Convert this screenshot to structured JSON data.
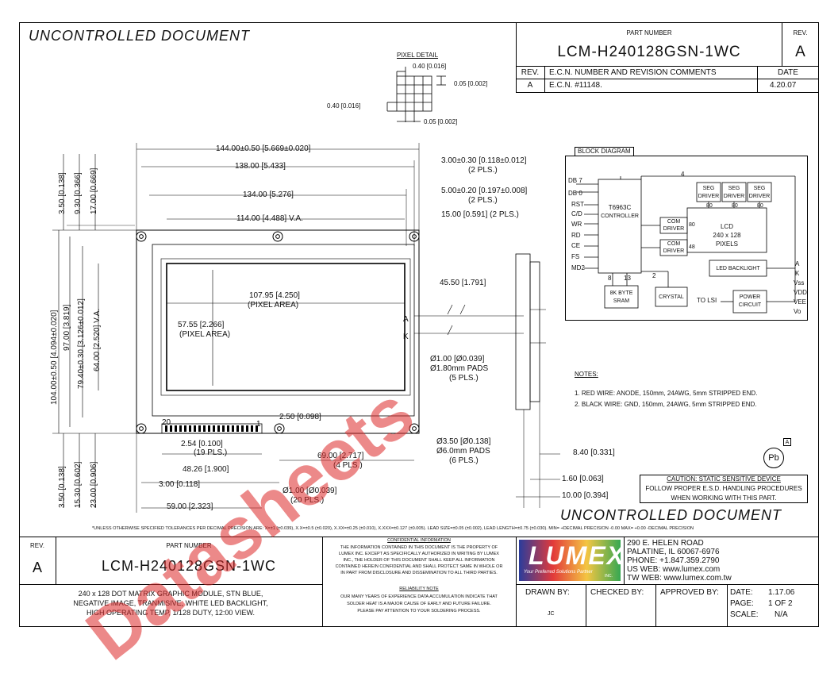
{
  "header": {
    "uncontrolled": "UNCONTROLLED DOCUMENT",
    "part_number_label": "PART NUMBER",
    "part_number": "LCM-H240128GSN-1WC",
    "rev_label": "REV.",
    "rev": "A"
  },
  "revision_table": {
    "col_rev": "REV.",
    "col_ecn": "E.C.N. NUMBER AND REVISION COMMENTS",
    "col_date": "DATE",
    "row_rev": "A",
    "row_ecn": "E.C.N. #11148.",
    "row_date": "4.20.07"
  },
  "pixel_detail": {
    "title": "PIXEL DETAIL",
    "d1": "0.40 [0.016]",
    "d2": "0.05 [0.002]",
    "d3": "0.40 [0.016]",
    "d4": "0.05 [0.002]"
  },
  "dims": {
    "w144": "144.00±0.50 [5.669±0.020]",
    "w138": "138.00 [5.433]",
    "w134": "134.00 [5.276]",
    "w114": "114.00 [4.488] V.A.",
    "pix_w": "107.95 [4.250]",
    "pix_w_label": "(PIXEL AREA)",
    "pix_h": "57.55 [2.266]",
    "pix_h_label": "(PIXEL AREA)",
    "r1": "3.00±0.30 [0.118±0.012]",
    "r1b": "(2 PLS.)",
    "r2": "5.00±0.20 [0.197±0.008]",
    "r2b": "(2 PLS.)",
    "r3": "15.00 [0.591] (2 PLS.)",
    "r4": "45.50 [1.791]",
    "hole1": "Ø1.00 [Ø0.039]",
    "hole2": "Ø1.80mm PADS",
    "hole3": "(5 PLS.)",
    "mh1": "Ø3.50 [Ø0.138]",
    "mh2": "Ø6.0mm PADS",
    "mh3": "(6 PLS.)",
    "d69": "69.00 [2.717]",
    "d69b": "(4 PLS.)",
    "d250": "2.50 [0.098]",
    "d254": "2.54 [0.100]",
    "d254b": "(19 PLS.)",
    "d4826": "48.26 [1.900]",
    "d300": "3.00 [0.118]",
    "d59": "59.00 [2.323]",
    "d100": "Ø1.00 [Ø0.039]",
    "d100b": "(20 PLS.)",
    "d840": "8.40 [0.331]",
    "d160": "1.60 [0.063]",
    "d1000": "10.00 [0.394]",
    "v1": "3.50 [0.138]",
    "v2": "9.30 [0.366]",
    "v3": "17.00 [0.669]",
    "v4": "104.00±0.50 [4.094±0.020]",
    "v5": "97.00 [3.819]",
    "v6": "79.40±0.30 [3.126±0.012]",
    "v7": "64.00 [2.520] V.A.",
    "v8": "3.50 [0.138]",
    "v9": "15.30 [0.602]",
    "v10": "23.00 [0.906]",
    "pin20": "20",
    "pin1": "1",
    "pinA": "A",
    "pinK": "K"
  },
  "block": {
    "title": "BLOCK DIAGRAM",
    "db7": "DB 7",
    "db0": "DB 0",
    "sig_rst": "RST",
    "sig_cd": "C/D",
    "sig_wr": "WR",
    "sig_rd": "RD",
    "sig_ce": "CE",
    "sig_fs": "FS",
    "sig_md2": "MD2",
    "ctrl1": "T6963C",
    "ctrl2": "CONTROLLER",
    "seg1": "SEG",
    "seg2": "DRIVER",
    "n4": "4",
    "n80": "80",
    "n48": "48",
    "n8": "8",
    "n13": "13",
    "n2": "2",
    "com1": "COM",
    "com2": "DRIVER",
    "lcd1": "LCD",
    "lcd2": "240 x 128",
    "lcd3": "PIXELS",
    "backlight": "LED BACKLIGHT",
    "sram1": "8K BYTE",
    "sram2": "SRAM",
    "crystal": "CRYSTAL",
    "to_lsi": "TO LSI",
    "power1": "POWER",
    "power2": "CIRCUIT",
    "out_a": "A",
    "out_k": "K",
    "out_vss": "Vss",
    "out_vdd": "VDD",
    "out_vee": "VEE",
    "out_vo": "Vo"
  },
  "notes": {
    "title": "NOTES:",
    "n1": "1. RED WIRE: ANODE, 150mm, 24AWG, 5mm STRIPPED END.",
    "n2": "2. BLACK WIRE: GND, 150mm, 24AWG, 5mm STRIPPED END."
  },
  "caution": {
    "l1": "CAUTION: STATIC SENSITIVE DEVICE",
    "l2": "FOLLOW PROPER E.S.D. HANDLING PROCEDURES",
    "l3": "WHEN WORKING WITH THIS PART."
  },
  "pb_label": "Pb",
  "box_a": "A",
  "uncontrolled_bottom": "UNCONTROLLED DOCUMENT",
  "tolerance_line": "*UNLESS OTHERWISE SPECIFIED TOLERANCES PER DECIMAL PRECISION ARE: X=±1 (±0.039), X.X=±0.5 (±0.020), X.XX=±0.25 (±0.010), X.XXX=±0.127 (±0.005). LEAD SIZE=±0.05 (±0.002), LEAD LENGTH=±0.75 (±0.030). MIN= +DECIMAL PRECISION -0.00 MAX= +0.00 -DECIMAL PRECISION",
  "title_block": {
    "rev_label": "REV.",
    "rev": "A",
    "pn_label": "PART NUMBER",
    "pn": "LCM-H240128GSN-1WC",
    "desc1": "240 x 128 DOT MATRIX GRAPHIC MODULE, STN BLUE,",
    "desc2": "NEGATIVE IMAGE, TRANMISIVE, WHITE LED BACKLIGHT,",
    "desc3": "HIGH OPERATING TEMP, 1/128 DUTY, 12:00 VIEW.",
    "conf_title": "CONFIDENTIAL INFORMATION",
    "conf_1": "THE INFORMATION CONTAINED IN THIS DOCUMENT IS THE PROPERTY OF",
    "conf_2": "LUMEX INC.  EXCEPT AS SPECIFICALLY AUTHORIZED IN WRITING BY LUMEX",
    "conf_3": "INC., THE HOLDER OF THIS DOCUMENT SHALL KEEP ALL INFORMATION",
    "conf_4": "CONTAINED HEREIN CONFIDENTIAL AND SHALL PROTECT SAME IN WHOLE OR",
    "conf_5": "IN PART FROM DISCLOSURE AND DISSEMINATION TO ALL THIRD PARTIES.",
    "rel_title": "RELIABILITY NOTE",
    "rel_1": "OUR MANY YEARS OF EXPERIENCE DATA ACCUMULATION INDICATE THAT",
    "rel_2": "SOLDER HEAT IS A MAJOR CAUSE OF EARLY AND FUTURE FAILURE.",
    "rel_3": "PLEASE PAY ATTENTION TO YOUR SOLDERING PROCESS.",
    "logo": "LUMEX",
    "logo_tag": "Your Preferred Solutions Partner",
    "logo_inc": "INC.",
    "addr1": "290 E. HELEN ROAD",
    "addr2": "PALATINE, IL  60067-6976",
    "addr3": "PHONE: +1.847.359.2790",
    "addr4": "US WEB: www.lumex.com",
    "addr5": "TW WEB: www.lumex.com.tw",
    "drawn_by": "DRAWN BY:",
    "drawn_val": "JC",
    "checked_by": "CHECKED BY:",
    "approved_by": "APPROVED BY:",
    "date_label": "DATE:",
    "date_val": "1.17.06",
    "page_label": "PAGE:",
    "page_val": "1 OF 2",
    "scale_label": "SCALE:",
    "scale_val": "N/A"
  },
  "watermark": "Datasheets",
  "colors": {
    "watermark": "#dc2828",
    "ink": "#111111",
    "logo_blue": "#1f3f9a"
  }
}
